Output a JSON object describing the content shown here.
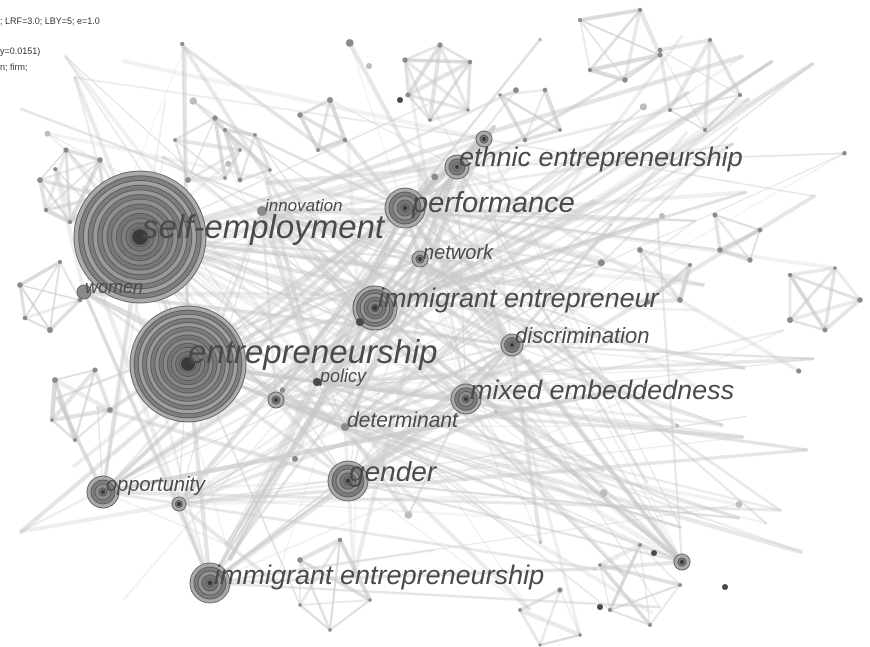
{
  "header": {
    "line1": "; LRF=3.0; LBY=5; e=1.0",
    "line2": "y=0.0151)",
    "line3": "n; firm;"
  },
  "keywords": [
    {
      "id": "self-employment",
      "text": "self-employment"
    },
    {
      "id": "entrepreneurship",
      "text": "entrepreneurship"
    },
    {
      "id": "immigrant-entrepreneur",
      "text": "immigrant entrepreneur"
    },
    {
      "id": "ethnic-entrepreneurship",
      "text": "ethnic entrepreneurship"
    },
    {
      "id": "performance",
      "text": "performance"
    },
    {
      "id": "mixed-embeddedness",
      "text": "mixed embeddedness"
    },
    {
      "id": "immigrant-entrepreneurship",
      "text": "immigrant entrepreneurship"
    },
    {
      "id": "gender",
      "text": "gender"
    },
    {
      "id": "discrimination",
      "text": "discrimination"
    },
    {
      "id": "determinant",
      "text": "determinant"
    },
    {
      "id": "network",
      "text": "network"
    },
    {
      "id": "innovation",
      "text": "innovation"
    },
    {
      "id": "policy",
      "text": "policy"
    },
    {
      "id": "women",
      "text": "women"
    },
    {
      "id": "opportunity",
      "text": "opportunity"
    }
  ],
  "colors": {
    "edge": "#c8c8c8",
    "node_dark": "#4a4a4a",
    "node_mid": "#8a8a8a",
    "node_light": "#bdbdbd",
    "label": "#4a4a4a"
  }
}
